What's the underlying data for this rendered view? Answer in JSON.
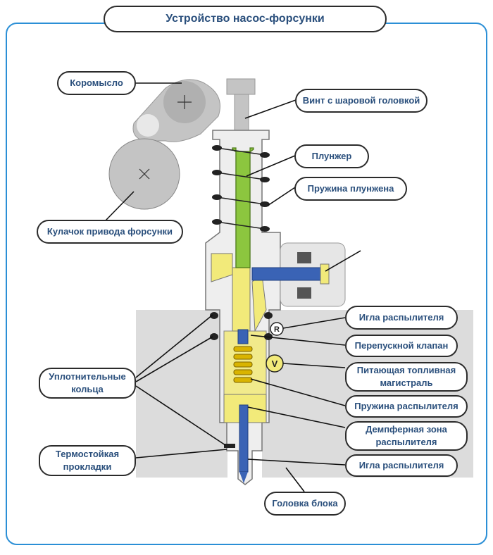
{
  "title": "Устройство насос-форсунки",
  "labels": {
    "koromyslo": "Коромысло",
    "kulachok": "Кулачок привода форсунки",
    "vint": "Винт с шаровой головкой",
    "plunzher": "Плунжер",
    "pruzhina_plunzhera": "Пружина плунжена",
    "igla_top": "Игла распылителя",
    "perepusknoy": "Перепускной клапан",
    "pitayushchaya": "Питающая топливная магистраль",
    "pruzhina_raspylitelya": "Пружина распылителя",
    "dempfernaya": "Демпферная зона распылителя",
    "igla_bottom": "Игла распылителя",
    "golovka": "Головка блока",
    "uplotnitelnye": "Уплотнительные кольца",
    "termostoykaya": "Термостойкая прокладки"
  },
  "markers": {
    "r": "R",
    "v": "V"
  },
  "colors": {
    "frame": "#2b8fd6",
    "title_text": "#2a4f7c",
    "plunger": "#8cc63f",
    "fuel": "#f2ea7a",
    "needle": "#3a63b5",
    "block": "#dcdcdc",
    "lever": "#c4c4c4"
  }
}
